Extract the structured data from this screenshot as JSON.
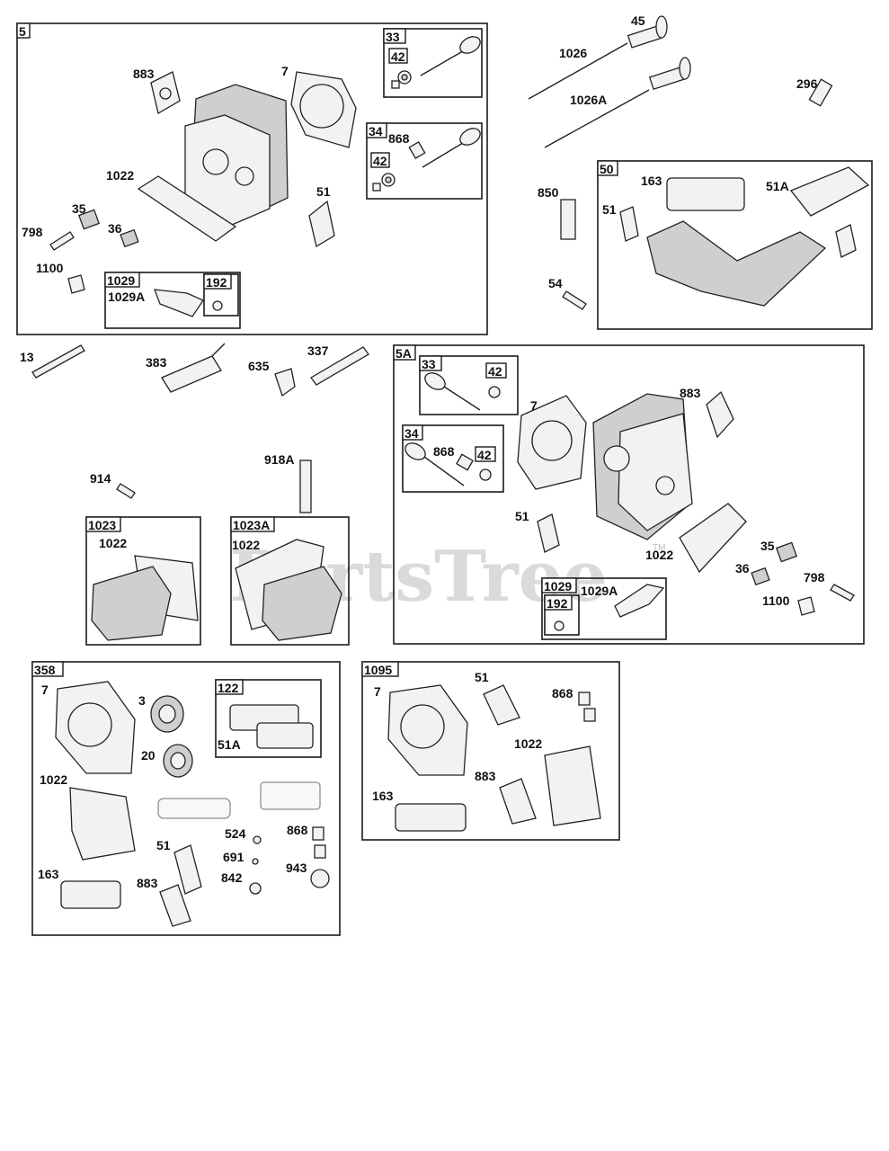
{
  "watermark": {
    "text": "PartsTree",
    "trademark": "TM"
  },
  "groups": {
    "g5": "5",
    "g33a": "33",
    "g42a": "42",
    "g34a": "34",
    "g42b": "42",
    "g1029a": "1029",
    "g192a": "192",
    "g50": "50",
    "g5A": "5A",
    "g33b": "33",
    "g42c": "42",
    "g34b": "34",
    "g42d": "42",
    "g1029b": "1029",
    "g192b": "192",
    "g1023": "1023",
    "g1023A": "1023A",
    "g358": "358",
    "g122": "122",
    "g1095": "1095"
  },
  "labels": {
    "l883a": "883",
    "l7a": "7",
    "l1022a": "1022",
    "l35a": "35",
    "l798a": "798",
    "l36a": "36",
    "l51a": "51",
    "l1100a": "1100",
    "l1029Aa": "1029A",
    "l868a": "868",
    "l45": "45",
    "l1026": "1026",
    "l1026A": "1026A",
    "l296": "296",
    "l850": "850",
    "l163a": "163",
    "l51Aa": "51A",
    "l51b": "51",
    "l54": "54",
    "l13": "13",
    "l383": "383",
    "l635": "635",
    "l337": "337",
    "l914": "914",
    "l918A": "918A",
    "l1022b": "1022",
    "l1022c": "1022",
    "l7b": "7",
    "l883b": "883",
    "l868b": "868",
    "l51c": "51",
    "l1022d": "1022",
    "l35b": "35",
    "l36b": "36",
    "l798b": "798",
    "l1100b": "1100",
    "l1029Ab": "1029A",
    "l7c": "7",
    "l3": "3",
    "l20": "20",
    "l51Ab": "51A",
    "l1022e": "1022",
    "l51d": "51",
    "l524": "524",
    "l691": "691",
    "l842": "842",
    "l868c": "868",
    "l943": "943",
    "l163b": "163",
    "l883c": "883",
    "l7d": "7",
    "l51e": "51",
    "l868d": "868",
    "l1022f": "1022",
    "l883d": "883",
    "l163c": "163"
  }
}
